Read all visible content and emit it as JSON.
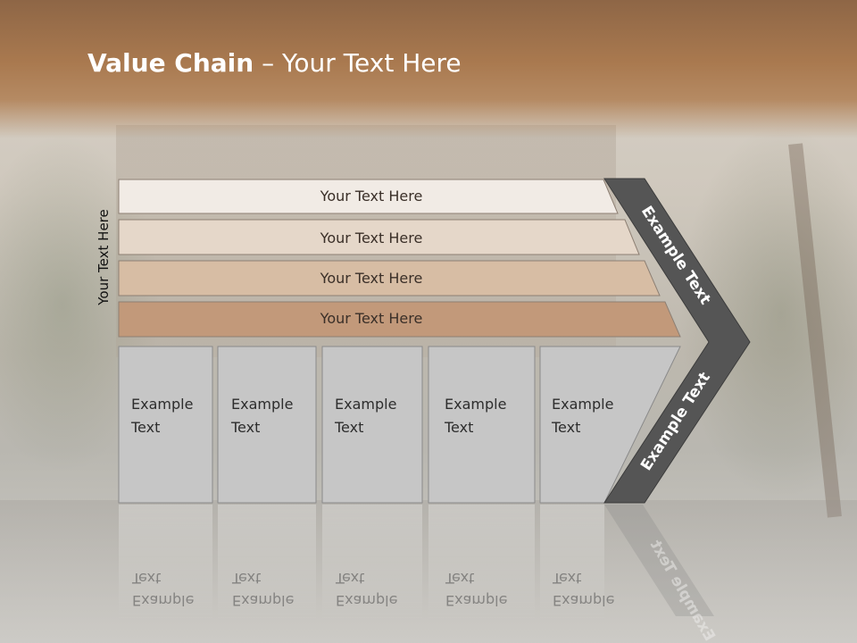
{
  "slide": {
    "title_bold": "Value Chain",
    "title_rest": " – Your Text Here",
    "side_label": "Your Text Here",
    "bands": [
      {
        "label": "Your Text Here",
        "color": "#f1ebe5"
      },
      {
        "label": "Your Text Here",
        "color": "#e5d7c9"
      },
      {
        "label": "Your Text Here",
        "color": "#d7bda4"
      },
      {
        "label": "Your Text Here",
        "color": "#c2997a"
      }
    ],
    "columns": [
      {
        "line1": "Example",
        "line2": "Text"
      },
      {
        "line1": "Example",
        "line2": "Text"
      },
      {
        "line1": "Example",
        "line2": "Text"
      },
      {
        "line1": "Example",
        "line2": "Text"
      },
      {
        "line1": "Example",
        "line2": "Text"
      }
    ],
    "arrow_top_label": "Example Text",
    "arrow_bottom_label": "Example Text",
    "colors": {
      "header": "#a9794f",
      "column_fill": "#c6c6c6",
      "arrow_fill": "#555555"
    }
  }
}
